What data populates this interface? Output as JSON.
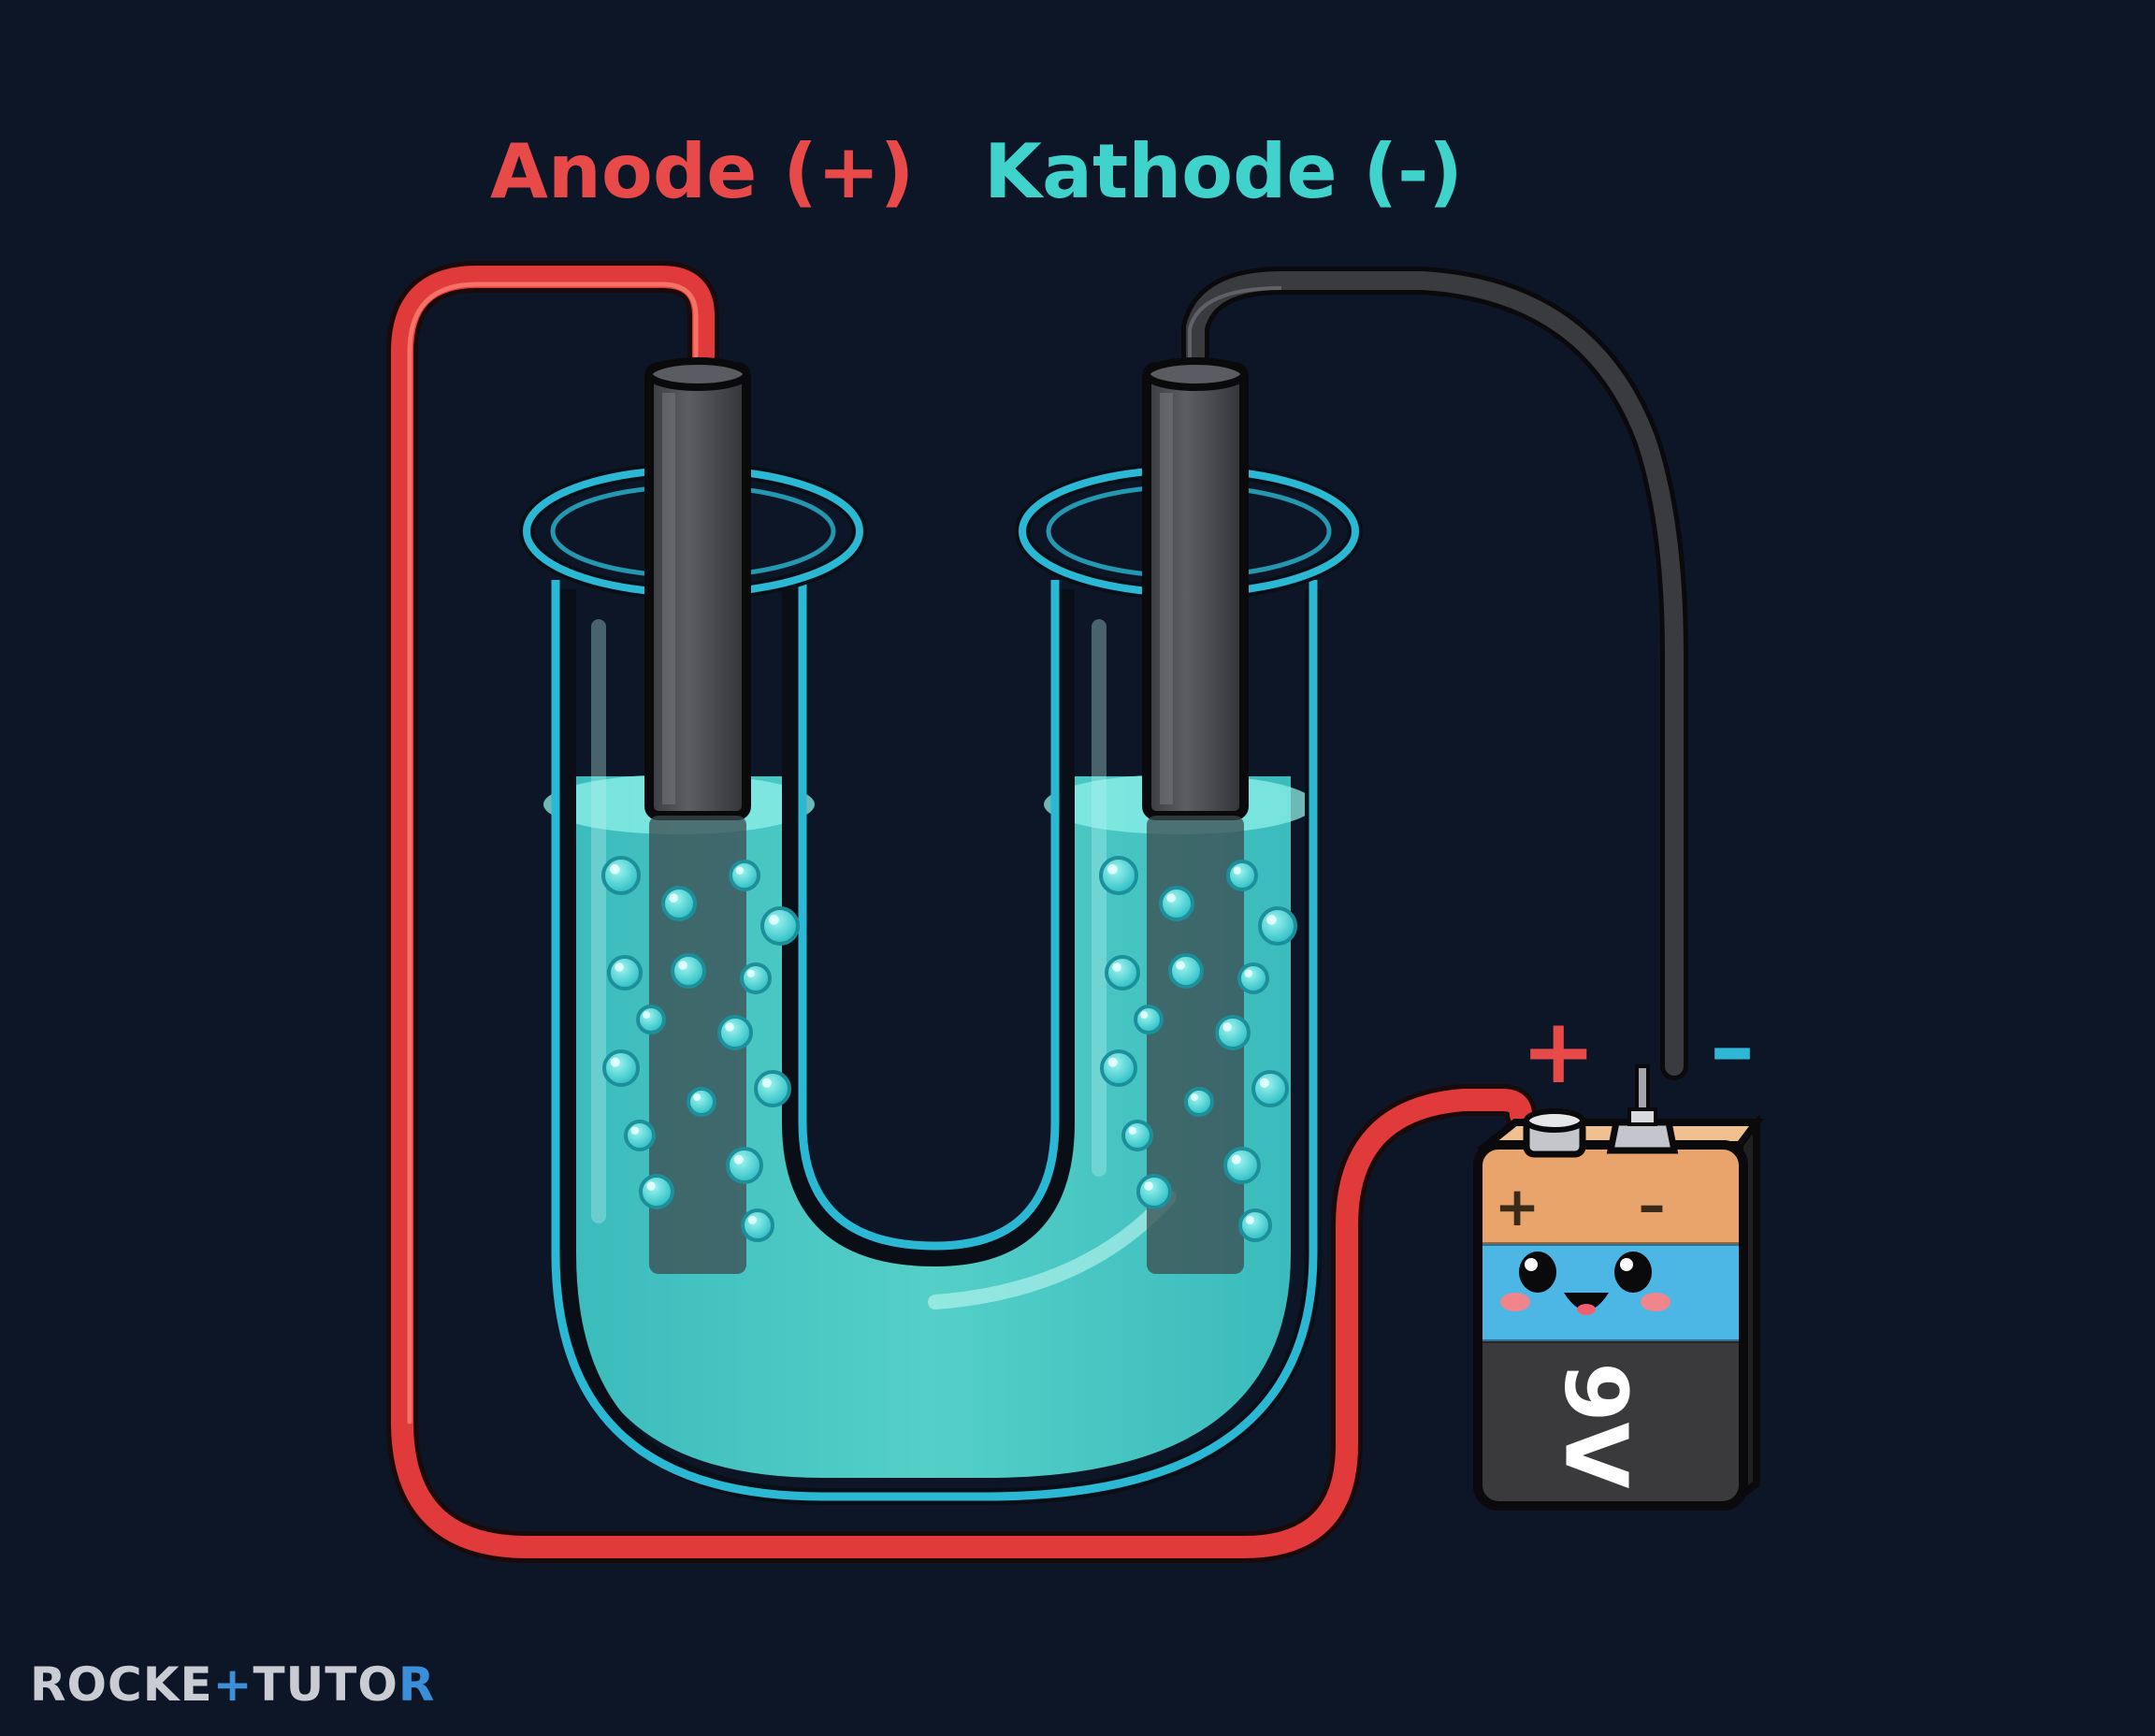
{
  "labels": {
    "anode": "Anode (+)",
    "kathode": "Kathode (-)",
    "battery_plus": "+",
    "battery_minus": "–",
    "battery_face_plus": "+",
    "battery_face_minus": "–",
    "battery_voltage": "9V"
  },
  "logo": {
    "part1": "ROCKE",
    "part2": "+",
    "part3": "TUTO",
    "part4": "R"
  },
  "colors": {
    "background": "#0d1626",
    "anode": "#e84a4a",
    "kathode": "#3fd3cc",
    "liquid": "#48d8d0",
    "glass": "#2bb8d4",
    "electrode": "#4a4c52",
    "wire_red": "#e03a3a",
    "wire_black": "#3a3b3f",
    "battery_top": "#e8a46a",
    "battery_band": "#4cb7e4",
    "battery_body": "#3a3a3d"
  },
  "icons": [
    "u-tube-icon",
    "electrode-icon",
    "battery-icon",
    "bubble-icon",
    "wire-icon"
  ]
}
